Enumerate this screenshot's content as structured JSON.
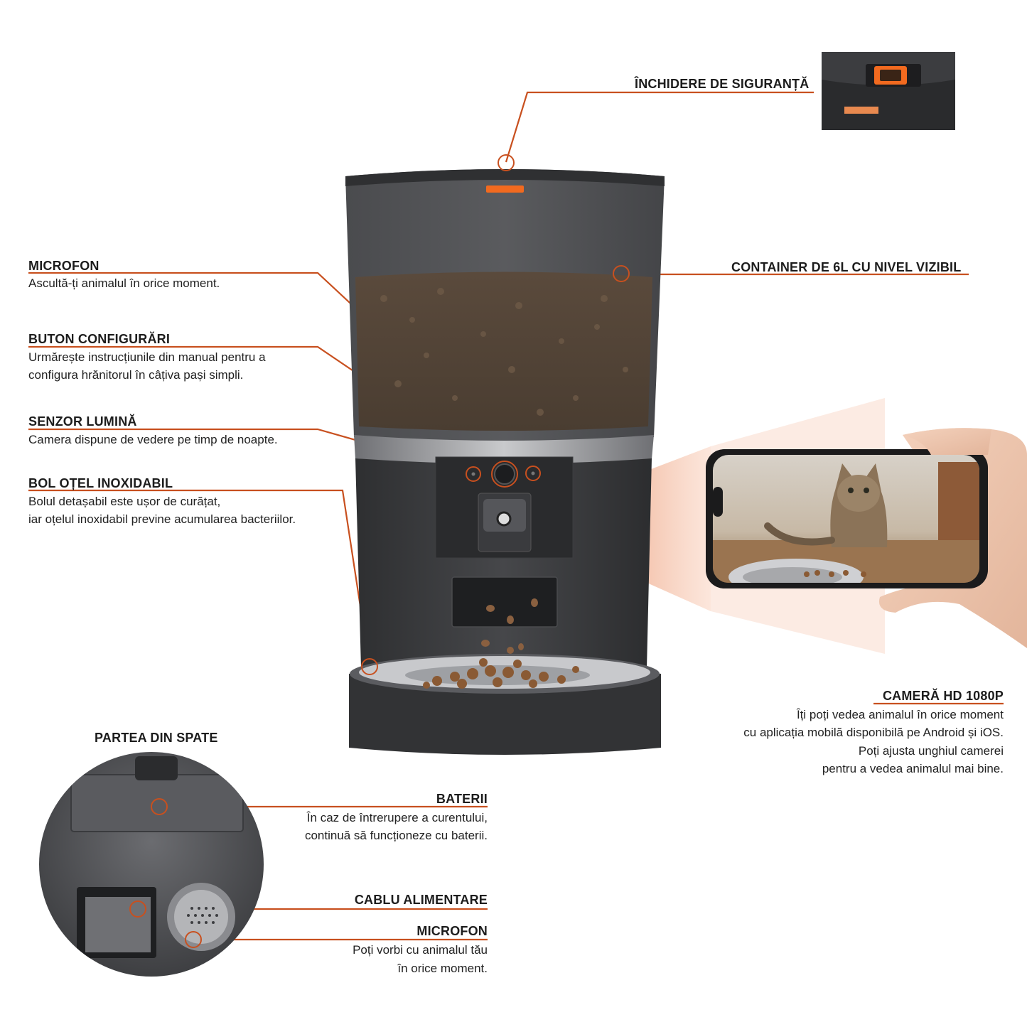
{
  "colors": {
    "accent": "#c8501f",
    "device_body": "#3a3b3e",
    "orange_latch": "#f26a1f"
  },
  "labels": {
    "safety_lock": {
      "title": "ÎNCHIDERE DE SIGURANȚĂ"
    },
    "microphone_front": {
      "title": "MICROFON",
      "text": "Ascultă-ți animalul în orice moment."
    },
    "container": {
      "title": "CONTAINER DE 6L CU NIVEL VIZIBIL"
    },
    "settings_button": {
      "title": "BUTON CONFIGURĂRI",
      "line1": "Urmărește instrucțiunile din manual pentru a",
      "line2": "configura hrănitorul în câțiva pași simpli."
    },
    "light_sensor": {
      "title": "SENZOR LUMINĂ",
      "text": "Camera dispune de vedere pe timp de noapte."
    },
    "steel_bowl": {
      "title": "BOL OȚEL INOXIDABIL",
      "line1": "Bolul detașabil este ușor de curățat,",
      "line2": "iar oțelul inoxidabil previne acumularea bacteriilor."
    },
    "camera": {
      "title": "CAMERĂ HD 1080P",
      "line1": "Îți poți vedea animalul  în orice moment",
      "line2": "cu aplicația mobilă disponibilă pe Android și iOS.",
      "line3": "Poți ajusta unghiul camerei",
      "line4": "pentru a vedea animalul mai bine."
    },
    "back_side": {
      "title": "PARTEA DIN SPATE"
    },
    "batteries": {
      "title": "BATERII",
      "line1": "În caz de întrerupere a curentului,",
      "line2": "continuă să funcționeze cu baterii."
    },
    "power_cable": {
      "title": "CABLU ALIMENTARE"
    },
    "microphone_back": {
      "title": "MICROFON",
      "line1": "Poți vorbi cu animalul tău",
      "line2": "în orice moment."
    }
  },
  "icons": [
    "cat-feeder",
    "phone-with-cat",
    "hand",
    "latch-closeup",
    "back-closeup"
  ]
}
